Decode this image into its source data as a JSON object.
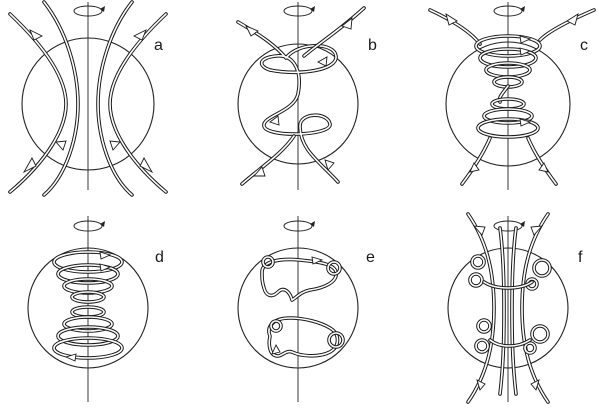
{
  "panels": [
    {
      "id": "a",
      "label": "a"
    },
    {
      "id": "b",
      "label": "b"
    },
    {
      "id": "c",
      "label": "c"
    },
    {
      "id": "d",
      "label": "d"
    },
    {
      "id": "e",
      "label": "e"
    },
    {
      "id": "f",
      "label": "f"
    }
  ],
  "colors": {
    "ink": "#1a1a1a",
    "background": "#ffffff"
  }
}
